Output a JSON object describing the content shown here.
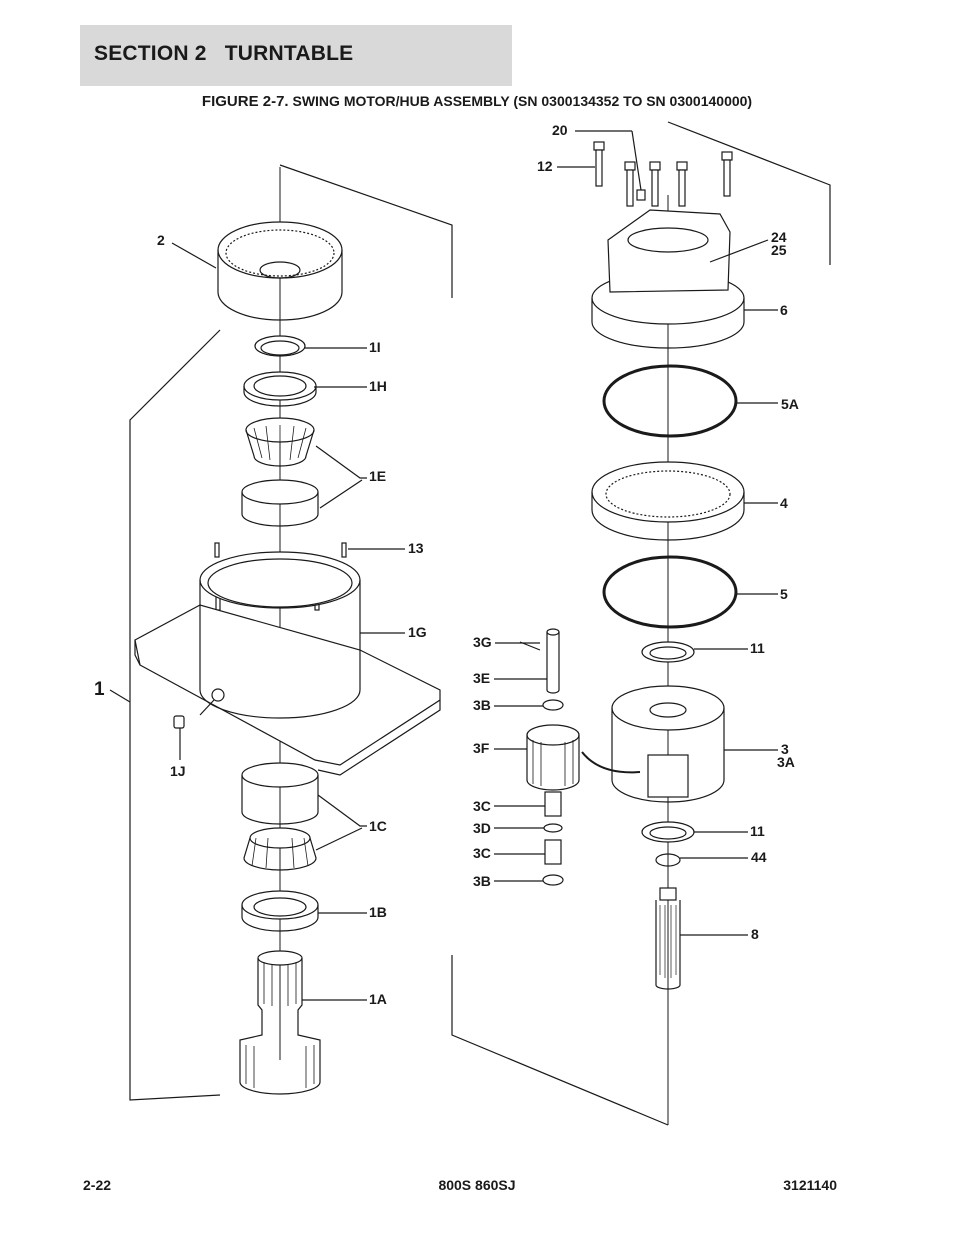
{
  "header": {
    "section_title": "SECTION 2   TURNTABLE",
    "figure_number": "FIGURE 2-7.",
    "figure_title": "SWING MOTOR/HUB ASSEMBLY (SN 0300134352 TO SN 0300140000)"
  },
  "callouts": {
    "c_1": "1",
    "c_2": "2",
    "c_1i": "1I",
    "c_1h": "1H",
    "c_1e": "1E",
    "c_13": "13",
    "c_1g": "1G",
    "c_1j": "1J",
    "c_1c": "1C",
    "c_1b": "1B",
    "c_1a": "1A",
    "c_20": "20",
    "c_12": "12",
    "c_24": "24",
    "c_25": "25",
    "c_6": "6",
    "c_5a": "5A",
    "c_4": "4",
    "c_5": "5",
    "c_11a": "11",
    "c_3g": "3G",
    "c_3e": "3E",
    "c_3b1": "3B",
    "c_3f": "3F",
    "c_3": "3",
    "c_3a": "3A",
    "c_3c1": "3C",
    "c_3d": "3D",
    "c_3c2": "3C",
    "c_3b2": "3B",
    "c_11b": "11",
    "c_44": "44",
    "c_8": "8"
  },
  "footer": {
    "page_number": "2-22",
    "models": "800S 860SJ",
    "manual_number": "3121140"
  }
}
